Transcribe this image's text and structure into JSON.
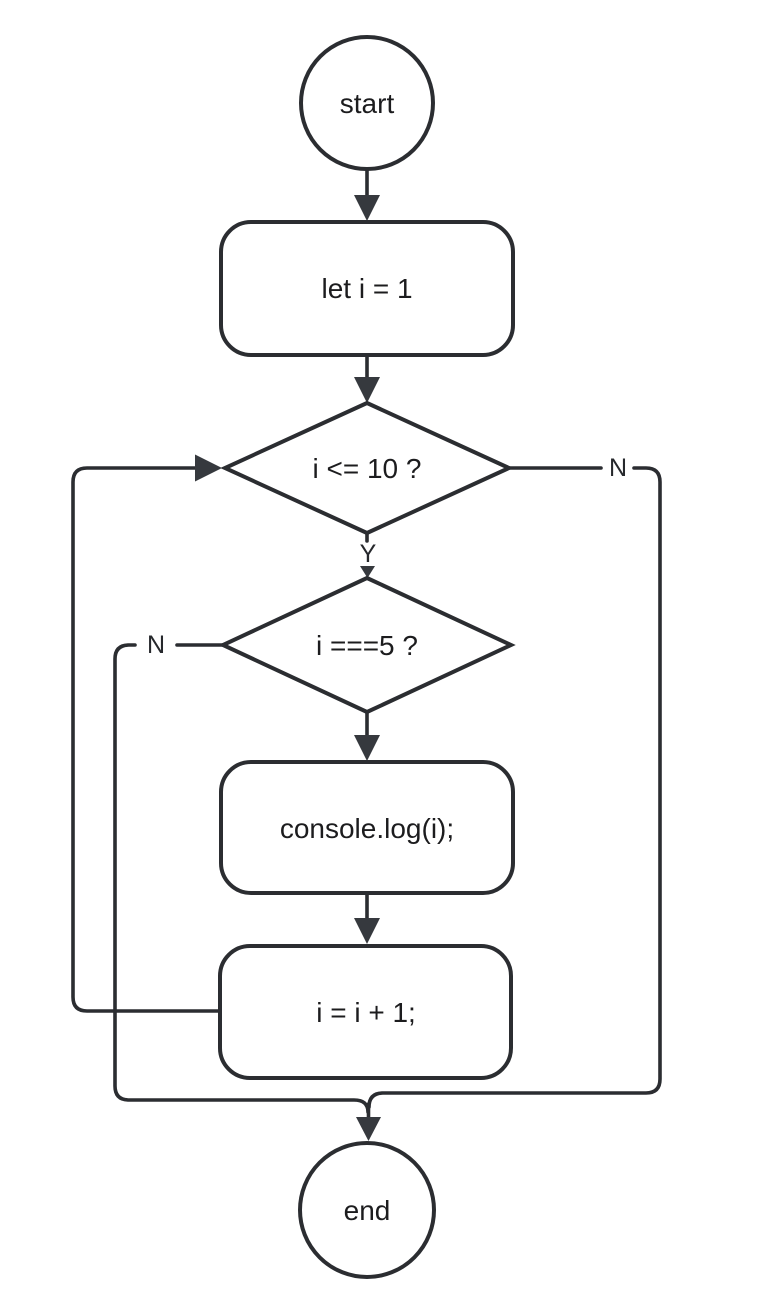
{
  "diagram": {
    "type": "flowchart",
    "background_color": "#ffffff",
    "stroke_color": "#2b2d31",
    "text_color": "#1c1c1e",
    "nodes": {
      "start": {
        "shape": "circle",
        "label": "start"
      },
      "init": {
        "shape": "rounded-rect",
        "label": "let i = 1"
      },
      "loop_condition": {
        "shape": "diamond",
        "label": "i <= 10 ?"
      },
      "skip_condition": {
        "shape": "diamond",
        "label": "i ===5 ?"
      },
      "log": {
        "shape": "rounded-rect",
        "label": "console.log(i);"
      },
      "increment": {
        "shape": "rounded-rect",
        "label": "i = i + 1;"
      },
      "end": {
        "shape": "circle",
        "label": "end"
      }
    },
    "edge_labels": {
      "loop_condition_yes": "Y",
      "loop_condition_no": "N",
      "skip_condition_no": "N"
    }
  }
}
